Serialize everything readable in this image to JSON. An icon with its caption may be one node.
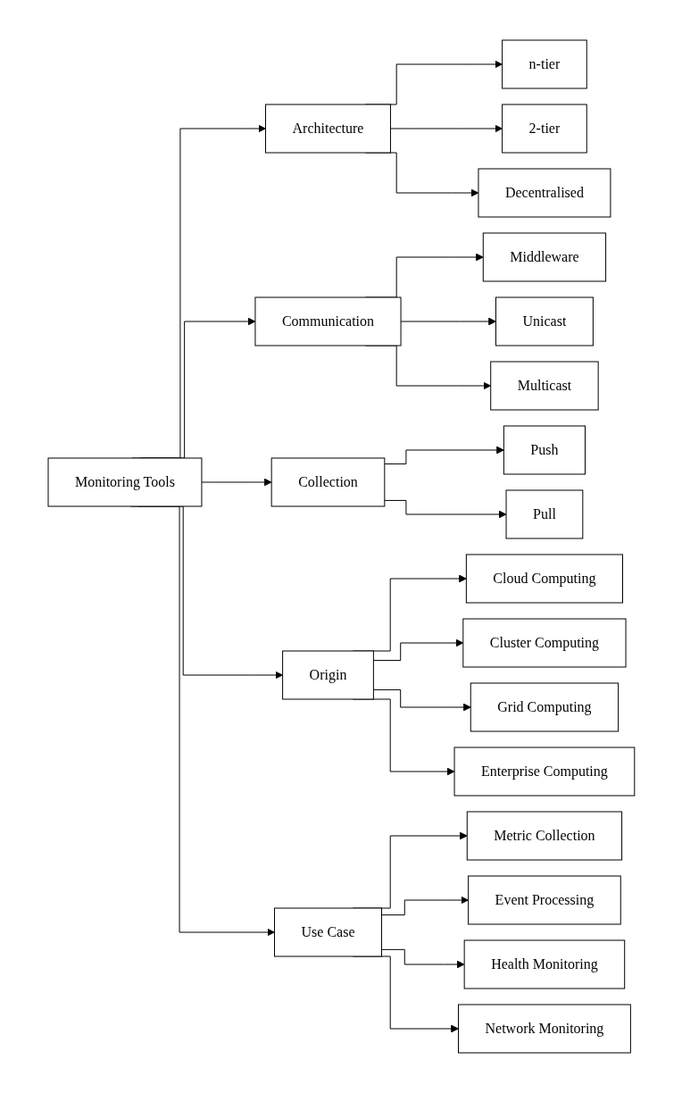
{
  "diagram": {
    "nodes": [
      {
        "text": [
          "Monitoring Tools"
        ]
      },
      {
        "text": [
          "Architecture"
        ]
      },
      {
        "text": [
          "n-tier"
        ]
      },
      {
        "text": [
          "2-tier"
        ]
      },
      {
        "text": [
          "Decentralised"
        ]
      },
      {
        "text": [
          "Communication"
        ]
      },
      {
        "text": [
          "Middleware"
        ]
      },
      {
        "text": [
          "Unicast"
        ]
      },
      {
        "text": [
          "Multicast"
        ]
      },
      {
        "text": [
          "Collection"
        ]
      },
      {
        "text": [
          "Push"
        ]
      },
      {
        "text": [
          "Pull"
        ]
      },
      {
        "text": [
          "Origin"
        ]
      },
      {
        "text": [
          "Cloud Computing"
        ]
      },
      {
        "text": [
          "Cluster Computing"
        ]
      },
      {
        "text": [
          "Grid Computing"
        ]
      },
      {
        "text": [
          "Enterprise Computing"
        ]
      },
      {
        "text": [
          "Use Case"
        ]
      },
      {
        "text": [
          "Metric Collection"
        ]
      },
      {
        "text": [
          "Event Processing"
        ]
      },
      {
        "text": [
          "Health Monitoring"
        ]
      },
      {
        "text": [
          "Network Monitoring"
        ]
      }
    ],
    "edges": [
      {
        "from": 0,
        "to": 1,
        "arrow": "to"
      },
      {
        "from": 0,
        "to": 5,
        "arrow": "to"
      },
      {
        "from": 0,
        "to": 9,
        "arrow": "to"
      },
      {
        "from": 0,
        "to": 12,
        "arrow": "to"
      },
      {
        "from": 0,
        "to": 17,
        "arrow": "to"
      },
      {
        "from": 1,
        "to": 2,
        "arrow": "to"
      },
      {
        "from": 1,
        "to": 3,
        "arrow": "to"
      },
      {
        "from": 1,
        "to": 4,
        "arrow": "to"
      },
      {
        "from": 5,
        "to": 6,
        "arrow": "to"
      },
      {
        "from": 5,
        "to": 7,
        "arrow": "to"
      },
      {
        "from": 5,
        "to": 8,
        "arrow": "to"
      },
      {
        "from": 9,
        "to": 10,
        "arrow": "to"
      },
      {
        "from": 9,
        "to": 11,
        "arrow": "to"
      },
      {
        "from": 12,
        "to": 13,
        "arrow": "to"
      },
      {
        "from": 12,
        "to": 14,
        "arrow": "to"
      },
      {
        "from": 12,
        "to": 15,
        "arrow": "to"
      },
      {
        "from": 12,
        "to": 16,
        "arrow": "to"
      },
      {
        "from": 17,
        "to": 18,
        "arrow": "to"
      },
      {
        "from": 17,
        "to": 19,
        "arrow": "to"
      },
      {
        "from": 17,
        "to": 20,
        "arrow": "to"
      },
      {
        "from": 17,
        "to": 21,
        "arrow": "to"
      }
    ]
  }
}
